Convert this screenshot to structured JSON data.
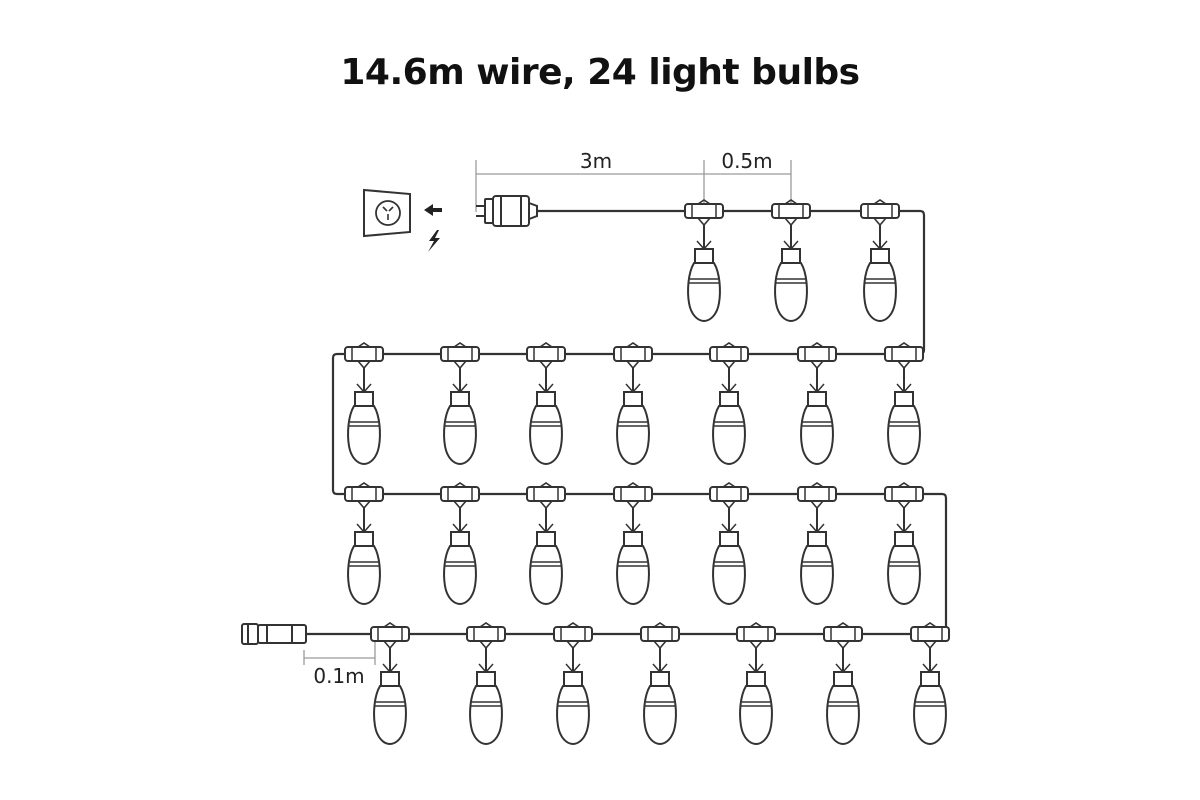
{
  "title": "14.6m wire, 24 light bulbs",
  "dimensions": {
    "lead_length": "3m",
    "bulb_spacing": "0.5m",
    "end_length": "0.1m"
  },
  "bulb_count": 24,
  "rows": [
    {
      "name": "row-1",
      "bulbs": 3
    },
    {
      "name": "row-2",
      "bulbs": 7
    },
    {
      "name": "row-3",
      "bulbs": 7
    },
    {
      "name": "row-4",
      "bulbs": 7
    }
  ],
  "icons": {
    "outlet": "power-outlet-icon",
    "arrow": "arrow-left-icon",
    "power": "lightning-icon",
    "plug": "plug-icon",
    "end_connector": "end-connector-icon"
  },
  "colors": {
    "line": "#333333",
    "dim_line": "#9a9a9a",
    "text": "#111111"
  }
}
